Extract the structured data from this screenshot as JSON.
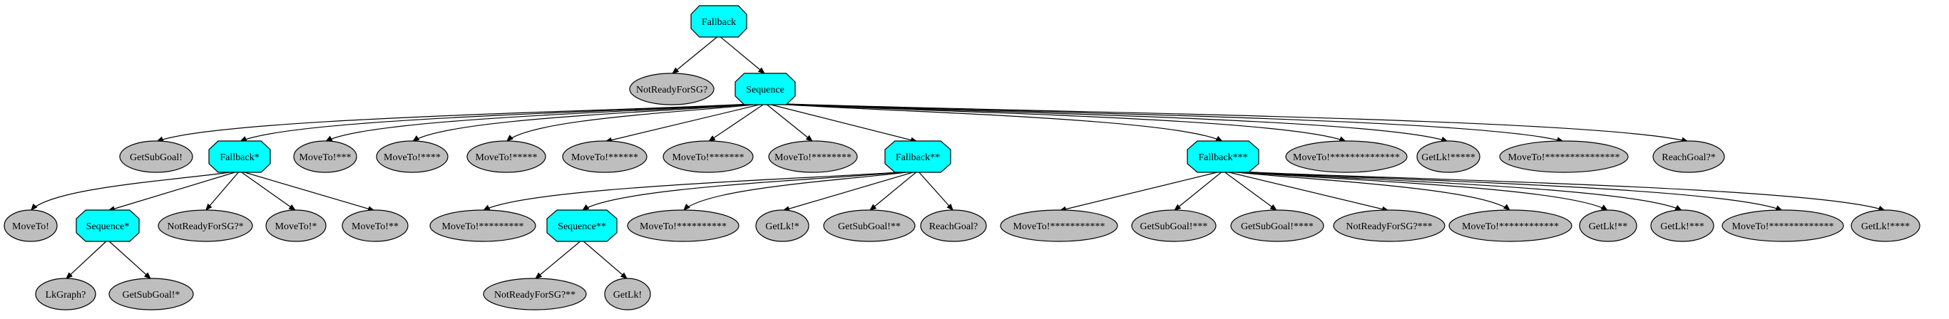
{
  "colors": {
    "composite_fill": "#00ffff",
    "leaf_fill": "#bebebe",
    "stroke": "#000000",
    "background": "#ffffff"
  },
  "nodes": [
    {
      "id": "fallback_root",
      "label": "Fallback",
      "kind": "composite"
    },
    {
      "id": "not_ready_sg",
      "label": "NotReadyForSG?",
      "kind": "leaf"
    },
    {
      "id": "sequence_main",
      "label": "Sequence",
      "kind": "composite"
    },
    {
      "id": "get_subgoal",
      "label": "GetSubGoal!",
      "kind": "leaf"
    },
    {
      "id": "fallback_1",
      "label": "Fallback*",
      "kind": "composite"
    },
    {
      "id": "moveto_3",
      "label": "MoveTo!***",
      "kind": "leaf"
    },
    {
      "id": "moveto_4",
      "label": "MoveTo!****",
      "kind": "leaf"
    },
    {
      "id": "moveto_5",
      "label": "MoveTo!*****",
      "kind": "leaf"
    },
    {
      "id": "moveto_6",
      "label": "MoveTo!******",
      "kind": "leaf"
    },
    {
      "id": "moveto_7",
      "label": "MoveTo!*******",
      "kind": "leaf"
    },
    {
      "id": "moveto_8",
      "label": "MoveTo!********",
      "kind": "leaf"
    },
    {
      "id": "fallback_2",
      "label": "Fallback**",
      "kind": "composite"
    },
    {
      "id": "fallback_3",
      "label": "Fallback***",
      "kind": "composite"
    },
    {
      "id": "moveto_14",
      "label": "MoveTo!**************",
      "kind": "leaf"
    },
    {
      "id": "getlk_5",
      "label": "GetLk!*****",
      "kind": "leaf"
    },
    {
      "id": "moveto_15",
      "label": "MoveTo!***************",
      "kind": "leaf"
    },
    {
      "id": "reach_goal_1",
      "label": "ReachGoal?*",
      "kind": "leaf"
    },
    {
      "id": "moveto_0",
      "label": "MoveTo!",
      "kind": "leaf"
    },
    {
      "id": "sequence_1",
      "label": "Sequence*",
      "kind": "composite"
    },
    {
      "id": "not_ready_sg_1",
      "label": "NotReadyForSG?*",
      "kind": "leaf"
    },
    {
      "id": "moveto_1",
      "label": "MoveTo!*",
      "kind": "leaf"
    },
    {
      "id": "moveto_2",
      "label": "MoveTo!**",
      "kind": "leaf"
    },
    {
      "id": "lk_graph",
      "label": "LkGraph?",
      "kind": "leaf"
    },
    {
      "id": "get_subgoal_1",
      "label": "GetSubGoal!*",
      "kind": "leaf"
    },
    {
      "id": "moveto_9",
      "label": "MoveTo!*********",
      "kind": "leaf"
    },
    {
      "id": "sequence_2",
      "label": "Sequence**",
      "kind": "composite"
    },
    {
      "id": "moveto_10",
      "label": "MoveTo!**********",
      "kind": "leaf"
    },
    {
      "id": "getlk_1",
      "label": "GetLk!*",
      "kind": "leaf"
    },
    {
      "id": "get_subgoal_2",
      "label": "GetSubGoal!**",
      "kind": "leaf"
    },
    {
      "id": "reach_goal",
      "label": "ReachGoal?",
      "kind": "leaf"
    },
    {
      "id": "not_ready_sg_2",
      "label": "NotReadyForSG?**",
      "kind": "leaf"
    },
    {
      "id": "getlk_0",
      "label": "GetLk!",
      "kind": "leaf"
    },
    {
      "id": "moveto_11",
      "label": "MoveTo!***********",
      "kind": "leaf"
    },
    {
      "id": "get_subgoal_3",
      "label": "GetSubGoal!***",
      "kind": "leaf"
    },
    {
      "id": "get_subgoal_4",
      "label": "GetSubGoal!****",
      "kind": "leaf"
    },
    {
      "id": "not_ready_sg_3",
      "label": "NotReadyForSG?***",
      "kind": "leaf"
    },
    {
      "id": "moveto_12",
      "label": "MoveTo!************",
      "kind": "leaf"
    },
    {
      "id": "getlk_2",
      "label": "GetLk!**",
      "kind": "leaf"
    },
    {
      "id": "getlk_3",
      "label": "GetLk!***",
      "kind": "leaf"
    },
    {
      "id": "moveto_13",
      "label": "MoveTo!*************",
      "kind": "leaf"
    },
    {
      "id": "getlk_4",
      "label": "GetLk!****",
      "kind": "leaf"
    }
  ],
  "edges": [
    [
      "fallback_root",
      "not_ready_sg"
    ],
    [
      "fallback_root",
      "sequence_main"
    ],
    [
      "sequence_main",
      "get_subgoal"
    ],
    [
      "sequence_main",
      "fallback_1"
    ],
    [
      "sequence_main",
      "moveto_3"
    ],
    [
      "sequence_main",
      "moveto_4"
    ],
    [
      "sequence_main",
      "moveto_5"
    ],
    [
      "sequence_main",
      "moveto_6"
    ],
    [
      "sequence_main",
      "moveto_7"
    ],
    [
      "sequence_main",
      "moveto_8"
    ],
    [
      "sequence_main",
      "fallback_2"
    ],
    [
      "sequence_main",
      "fallback_3"
    ],
    [
      "sequence_main",
      "moveto_14"
    ],
    [
      "sequence_main",
      "getlk_5"
    ],
    [
      "sequence_main",
      "moveto_15"
    ],
    [
      "sequence_main",
      "reach_goal_1"
    ],
    [
      "fallback_1",
      "moveto_0"
    ],
    [
      "fallback_1",
      "sequence_1"
    ],
    [
      "fallback_1",
      "not_ready_sg_1"
    ],
    [
      "fallback_1",
      "moveto_1"
    ],
    [
      "fallback_1",
      "moveto_2"
    ],
    [
      "sequence_1",
      "lk_graph"
    ],
    [
      "sequence_1",
      "get_subgoal_1"
    ],
    [
      "fallback_2",
      "moveto_9"
    ],
    [
      "fallback_2",
      "sequence_2"
    ],
    [
      "fallback_2",
      "moveto_10"
    ],
    [
      "fallback_2",
      "getlk_1"
    ],
    [
      "fallback_2",
      "get_subgoal_2"
    ],
    [
      "fallback_2",
      "reach_goal"
    ],
    [
      "sequence_2",
      "not_ready_sg_2"
    ],
    [
      "sequence_2",
      "getlk_0"
    ],
    [
      "fallback_3",
      "moveto_11"
    ],
    [
      "fallback_3",
      "get_subgoal_3"
    ],
    [
      "fallback_3",
      "get_subgoal_4"
    ],
    [
      "fallback_3",
      "not_ready_sg_3"
    ],
    [
      "fallback_3",
      "moveto_12"
    ],
    [
      "fallback_3",
      "getlk_2"
    ],
    [
      "fallback_3",
      "getlk_3"
    ],
    [
      "fallback_3",
      "moveto_13"
    ],
    [
      "fallback_3",
      "getlk_4"
    ]
  ]
}
